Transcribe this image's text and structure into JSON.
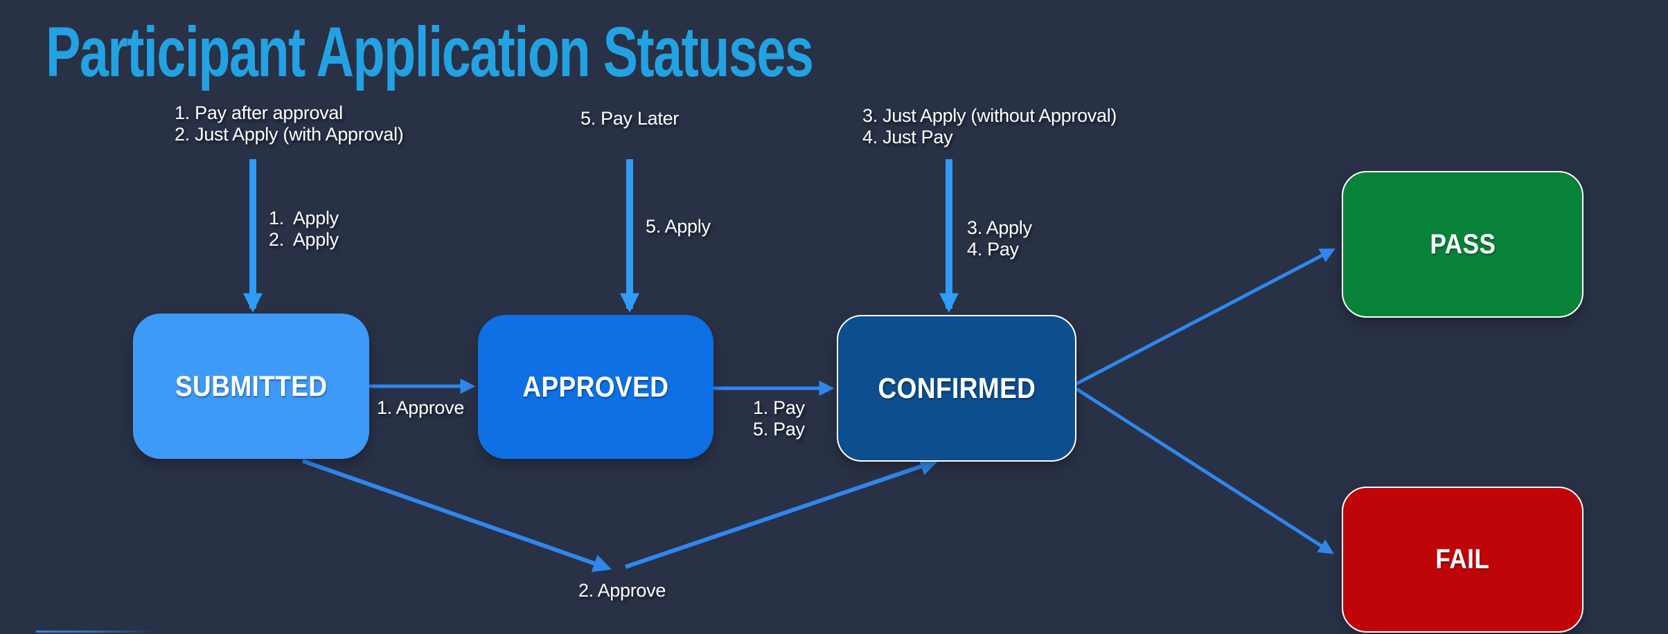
{
  "slide": {
    "title": "Participant Application Statuses",
    "background_color": "#293146",
    "title_color": "#23A2E3",
    "label_text_color": "#FFFFFF",
    "arrow_thick_color": "#2F9CF6",
    "arrow_thin_color": "#2F87EE",
    "bottom_accent_color": "#3A86D8"
  },
  "nodes": {
    "submitted": {
      "label": "SUBMITTED",
      "color": "#3E9AF7"
    },
    "approved": {
      "label": "APPROVED",
      "color": "#0E70E4"
    },
    "confirmed": {
      "label": "CONFIRMED",
      "color": "#0D4E8F",
      "border_color": "#2E6FB8"
    },
    "pass": {
      "label": "PASS",
      "color": "#098239",
      "border_color": "#2E6FB8"
    },
    "fail": {
      "label": "FAIL",
      "color": "#C00508",
      "border_color": "#2E6FB8"
    }
  },
  "annotations": {
    "above_submitted": "1. Pay after approval\n2. Just Apply (with Approval)",
    "above_approved": "5. Pay Later",
    "above_confirmed": "3. Just Apply (without Approval)\n4. Just Pay",
    "arrow_into_submitted": "1.  Apply\n2.  Apply",
    "arrow_into_approved": "5. Apply",
    "arrow_into_confirmed": "3. Apply\n4. Pay",
    "submitted_to_approved": "1. Approve",
    "approved_to_confirmed": "1. Pay\n5. Pay",
    "submitted_to_confirmed": "2. Approve"
  }
}
